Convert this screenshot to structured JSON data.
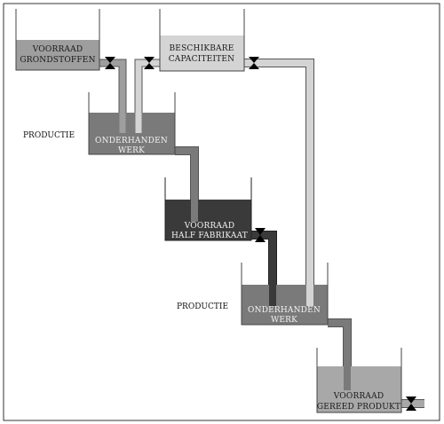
{
  "colors": {
    "raw_fill": "#9e9e9e",
    "capacity_fill": "#d4d4d4",
    "wip_fill": "#7a7a7a",
    "half_fill": "#3a3a3a",
    "finished_fill": "#a8a8a8",
    "border": "#555555"
  },
  "side_labels": {
    "production_1": "PRODUCTIE",
    "production_2": "PRODUCTIE"
  },
  "tanks": {
    "raw_materials": {
      "line1": "VOORRAAD",
      "line2": "GRONDSTOFFEN"
    },
    "capacities": {
      "line1": "BESCHIKBARE",
      "line2": "CAPACITEITEN"
    },
    "wip_1": {
      "line1": "ONDERHANDEN",
      "line2": "WERK"
    },
    "half_finished": {
      "line1": "VOORRAAD",
      "line2": "HALF FABRIKAAT"
    },
    "wip_2": {
      "line1": "ONDERHANDEN",
      "line2": "WERK"
    },
    "finished": {
      "line1": "VOORRAAD",
      "line2": "GEREED PRODUKT"
    }
  },
  "icons": {
    "valve": "valve-icon"
  }
}
